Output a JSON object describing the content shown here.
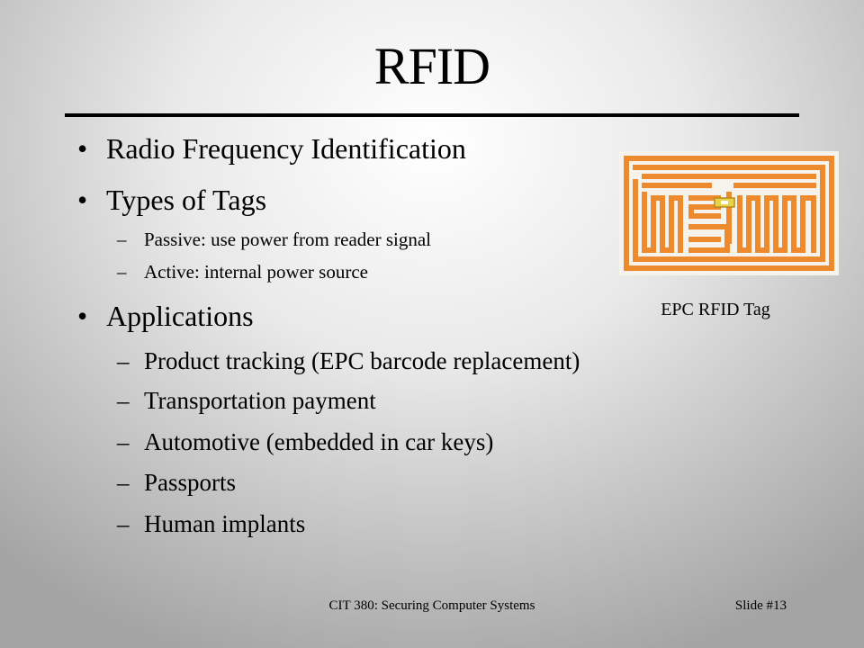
{
  "slide": {
    "title": "RFID",
    "bullets": [
      {
        "text": "Radio Frequency Identification"
      },
      {
        "text": "Types of Tags",
        "subitems": [
          "Passive: use power from reader signal",
          "Active: internal power source"
        ]
      },
      {
        "text": "Applications",
        "subitems": [
          "Product tracking (EPC barcode replacement)",
          "Transportation payment",
          "Automotive (embedded in car keys)",
          "Passports",
          "Human implants"
        ]
      }
    ],
    "image_caption": "EPC RFID Tag",
    "footer": {
      "course": "CIT 380: Securing Computer Systems",
      "slide_number": "Slide #13"
    }
  }
}
